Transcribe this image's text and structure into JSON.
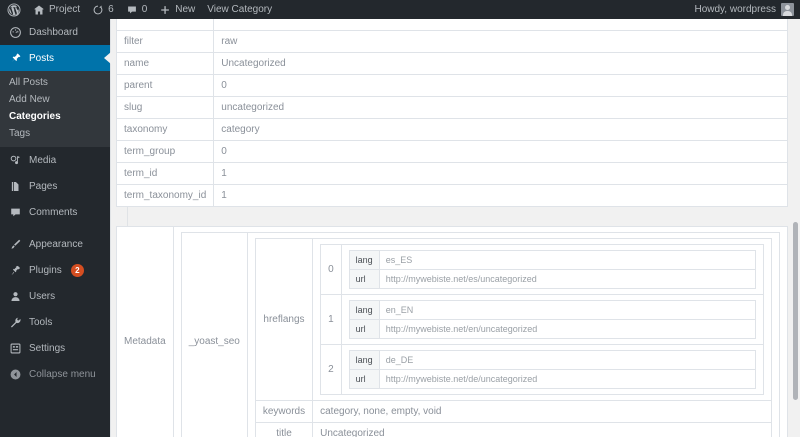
{
  "adminbar": {
    "logo_icon": "wordpress-logo-icon",
    "site_icon": "home-icon",
    "site_name": "Project",
    "updates_icon": "updates-icon",
    "updates_count": "6",
    "comments_icon": "comment-bubble-icon",
    "comments_count": "0",
    "new_icon": "plus-icon",
    "new_label": "New",
    "view_category_label": "View Category",
    "howdy": "Howdy, wordpress",
    "avatar_icon": "user-avatar-icon"
  },
  "sidebar": {
    "items": [
      {
        "label": "Dashboard",
        "icon": "dashboard-icon",
        "current": false
      },
      {
        "label": "Posts",
        "icon": "pin-icon",
        "current": true
      },
      {
        "label": "Media",
        "icon": "media-icon",
        "current": false
      },
      {
        "label": "Pages",
        "icon": "pages-icon",
        "current": false
      },
      {
        "label": "Comments",
        "icon": "comment-bubble-icon",
        "current": false
      },
      {
        "label": "Appearance",
        "icon": "paintbrush-icon",
        "current": false
      },
      {
        "label": "Plugins",
        "icon": "plug-icon",
        "current": false,
        "badge": "2"
      },
      {
        "label": "Users",
        "icon": "user-icon",
        "current": false
      },
      {
        "label": "Tools",
        "icon": "wrench-icon",
        "current": false
      },
      {
        "label": "Settings",
        "icon": "settings-sliders-icon",
        "current": false
      },
      {
        "label": "Collapse menu",
        "icon": "collapse-arrow-icon",
        "current": false
      }
    ],
    "posts_submenu": [
      {
        "label": "All Posts",
        "current": false
      },
      {
        "label": "Add New",
        "current": false
      },
      {
        "label": "Categories",
        "current": true
      },
      {
        "label": "Tags",
        "current": false
      }
    ]
  },
  "main": {
    "term_rows": [
      {
        "key": "filter",
        "value": "raw"
      },
      {
        "key": "name",
        "value": "Uncategorized"
      },
      {
        "key": "parent",
        "value": "0"
      },
      {
        "key": "slug",
        "value": "uncategorized"
      },
      {
        "key": "taxonomy",
        "value": "category"
      },
      {
        "key": "term_group",
        "value": "0"
      },
      {
        "key": "term_id",
        "value": "1"
      },
      {
        "key": "term_taxonomy_id",
        "value": "1"
      }
    ],
    "metadata_label": "Metadata",
    "meta_key": "_yoast_seo",
    "hreflangs_label": "hreflangs",
    "hreflangs": [
      {
        "index": "0",
        "lang_key": "lang",
        "lang_value": "es_ES",
        "url_key": "url",
        "url_value": "http://mywebiste.net/es/uncategorized"
      },
      {
        "index": "1",
        "lang_key": "lang",
        "lang_value": "en_EN",
        "url_key": "url",
        "url_value": "http://mywebiste.net/en/uncategorized"
      },
      {
        "index": "2",
        "lang_key": "lang",
        "lang_value": "de_DE",
        "url_key": "url",
        "url_value": "http://mywebiste.net/de/uncategorized"
      }
    ],
    "keywords_key": "keywords",
    "keywords_value": "category, none, empty, void",
    "title_key": "title",
    "title_value": "Uncategorized"
  },
  "colors": {
    "adminbar_bg": "#23282d",
    "sidebar_bg": "#23282d",
    "submenu_bg": "#32373c",
    "accent": "#0073aa",
    "badge": "#d54e21",
    "content_bg": "#f1f1f1"
  }
}
